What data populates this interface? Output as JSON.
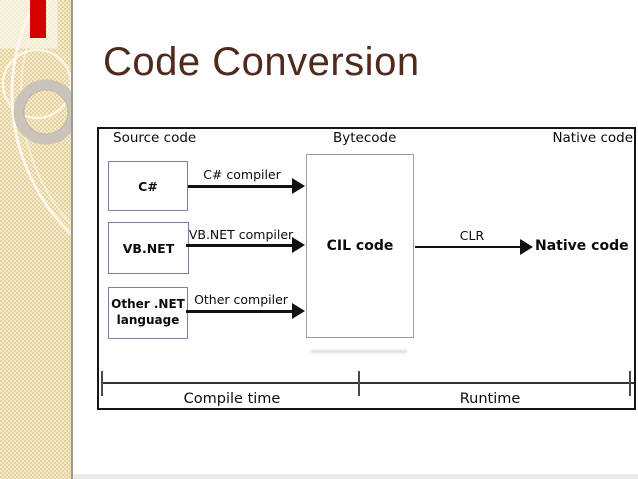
{
  "slide": {
    "title": "Code Conversion",
    "colors": {
      "title_text": "#4f2a1d",
      "sidebar_beige": "#ecd9a8",
      "red_marker": "#d60000",
      "frame_border": "#151515",
      "source_box_border": "#7d7da8",
      "arrow": "#111111"
    }
  },
  "diagram": {
    "column_headers": [
      {
        "label": "Source code"
      },
      {
        "label": "Bytecode"
      },
      {
        "label": "Native code"
      }
    ],
    "rows": [
      {
        "box_label": "C#",
        "arrow_label": "C# compiler"
      },
      {
        "box_label": "VB.NET",
        "arrow_label": "VB.NET compiler"
      },
      {
        "box_label": "Other .NET language",
        "arrow_label": "Other compiler"
      }
    ],
    "cil_box_label": "CIL code",
    "runtime_arrow_label": "CLR",
    "native_code_label": "Native code",
    "timeline": {
      "left_label": "Compile time",
      "right_label": "Runtime"
    }
  }
}
